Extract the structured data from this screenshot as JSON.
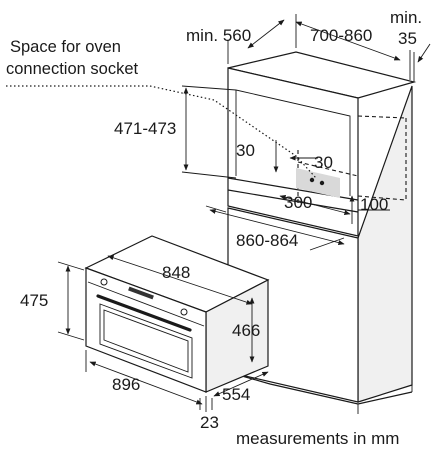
{
  "diagram": {
    "socket_label_line1": "Space for oven",
    "socket_label_line2": "connection socket",
    "dims": {
      "min_560": "min. 560",
      "d_700_860": "700-860",
      "min_label": "min.",
      "d_35": "35",
      "d_471_473": "471-473",
      "d_30_left": "30",
      "d_30_right": "30",
      "d_300": "300",
      "d_100": "100",
      "d_860_864": "860-864",
      "d_848": "848",
      "d_475": "475",
      "d_466": "466",
      "d_896": "896",
      "d_554": "554",
      "d_23": "23"
    },
    "units_note": "measurements in mm"
  }
}
